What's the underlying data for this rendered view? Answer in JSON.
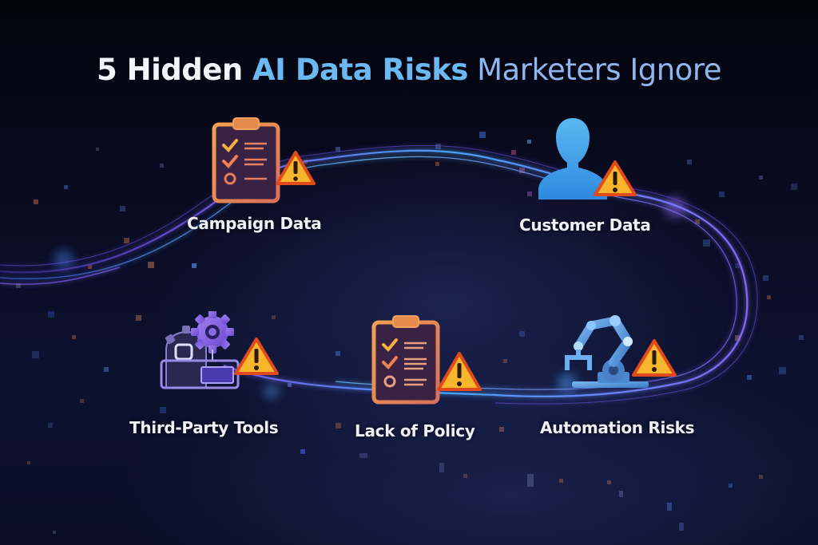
{
  "title": {
    "part1": "5 Hidden ",
    "part2": "AI Data Risks",
    "part3": " Marketers Ignore",
    "colors": {
      "part1": "#f2f4fa",
      "part2": "#6bb8f2",
      "part3": "#8fb6ee"
    }
  },
  "items": [
    {
      "label": "Campaign Data",
      "icon": "clipboard-checklist-icon",
      "badge": "warning-triangle-icon"
    },
    {
      "label": "Customer Data",
      "icon": "user-silhouette-icon",
      "badge": "warning-triangle-icon"
    },
    {
      "label": "Third-Party Tools",
      "icon": "gears-machine-icon",
      "badge": "warning-triangle-icon"
    },
    {
      "label": "Lack of Policy",
      "icon": "clipboard-checklist-icon",
      "badge": "warning-triangle-icon"
    },
    {
      "label": "Automation Risks",
      "icon": "robot-arm-icon",
      "badge": "warning-triangle-icon"
    }
  ],
  "colors": {
    "background": "#090b20",
    "clipboard_orange": "#e8875a",
    "warning_yellow": "#f5b52e",
    "warning_border": "#e04a1c",
    "user_blue": "#3fa8e8",
    "gear_purple": "#8a6ae0",
    "robot_blue": "#5aa0e0",
    "wave_purple": "#7a5cf0",
    "wave_blue": "#4aa8ff"
  }
}
